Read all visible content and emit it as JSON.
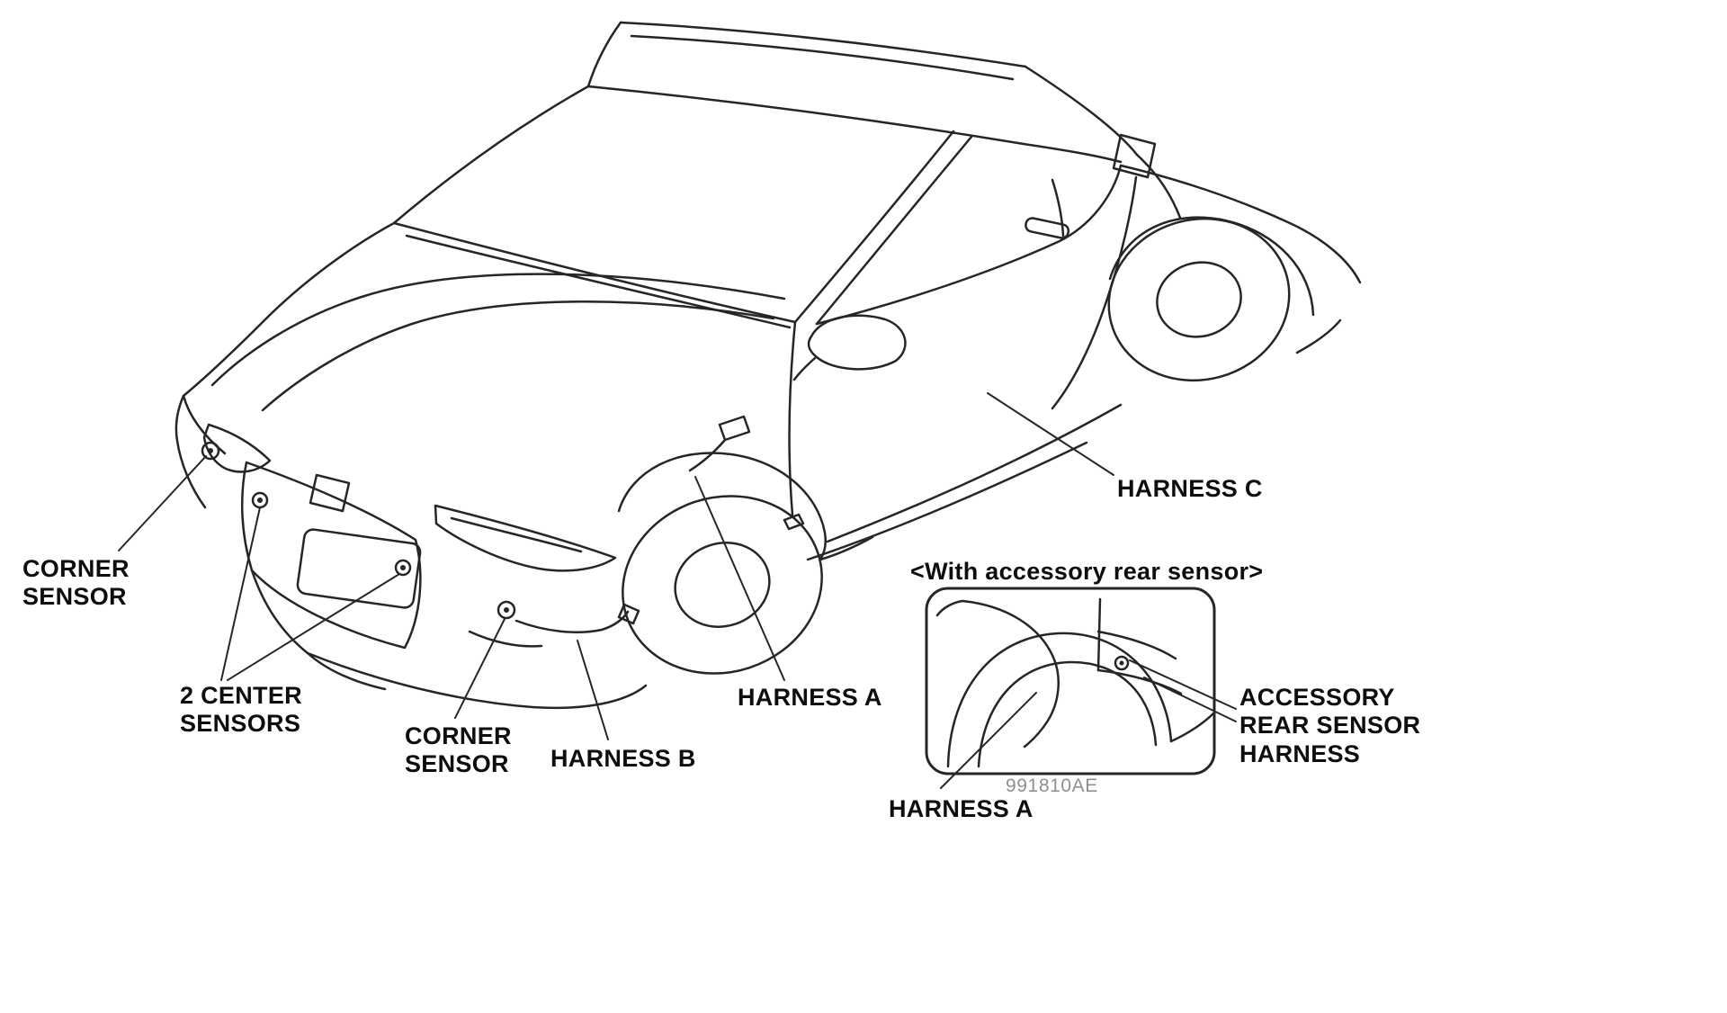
{
  "diagram": {
    "type": "technical-illustration",
    "subject": "vehicle parking sensor and harness locations",
    "colors": {
      "line": "#262626",
      "label_text": "#0e0e0e",
      "doc_code_text": "#8f8f8f",
      "background": "#ffffff"
    },
    "labels": {
      "corner_sensor_left": "CORNER\nSENSOR",
      "two_center_sensors": "2 CENTER\nSENSORS",
      "corner_sensor_front": "CORNER\nSENSOR",
      "harness_b": "HARNESS B",
      "harness_a": "HARNESS A",
      "harness_c": "HARNESS C",
      "inset_title": "<With accessory rear sensor>",
      "accessory_rear_sensor_harness": "ACCESSORY\nREAR SENSOR\nHARNESS",
      "harness_a_inset": "HARNESS A",
      "doc_code": "991810AE"
    },
    "markers": {
      "corner_sensor_left": "circle-sensor-marker",
      "center_sensor_upper": "circle-sensor-marker",
      "center_sensor_lower": "circle-sensor-marker",
      "corner_sensor_front": "circle-sensor-marker",
      "accessory_rear_sensor": "circle-sensor-marker"
    }
  }
}
